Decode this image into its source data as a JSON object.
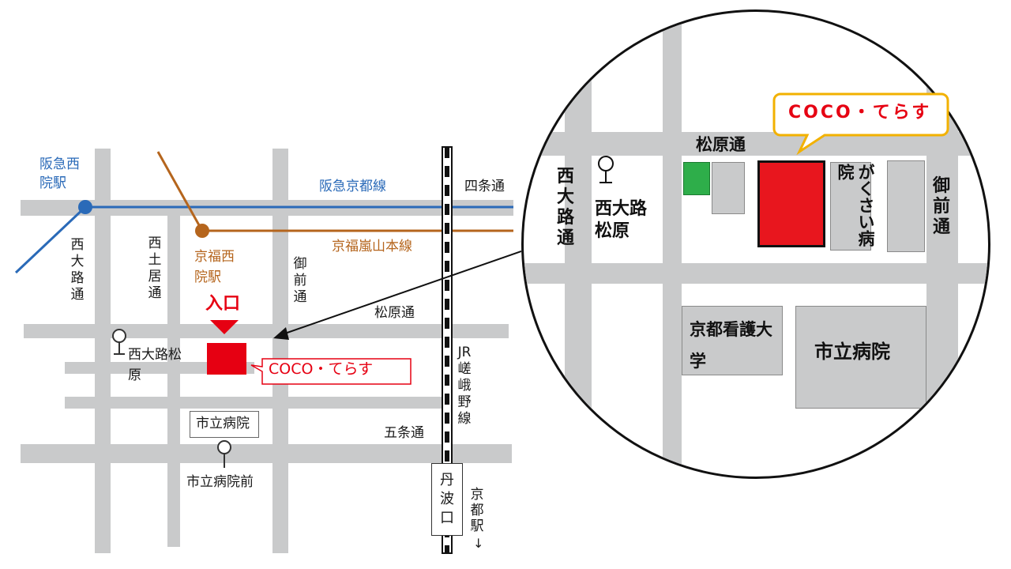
{
  "overview_map": {
    "hankyu_station": "阪急西院駅",
    "hankyu_line": "阪急京都線",
    "shijo_dori": "四条通",
    "keifuku_station": "京福西院駅",
    "keifuku_line": "京福嵐山本線",
    "nishioji_dori": "西大路通",
    "nishitsuchiido_dori": "西土居通",
    "onmae_dori": "御前通",
    "matsubara_dori": "松原通",
    "gojo_dori": "五条通",
    "jr_line": "JR嵯峨野線",
    "entrance": "入口",
    "facility": "COCO・てらす",
    "bus_stop_nishioji_matsubara": "西大路松原",
    "city_hospital": "市立病院",
    "bus_stop_city_hospital": "市立病院前",
    "tambaguchi_station": "丹波口",
    "to_kyoto_station": "京都駅",
    "to_kyoto_arrow": "↓"
  },
  "zoom_map": {
    "facility": "COCO・てらす",
    "matsubara_dori": "松原通",
    "nishioji_dori": "西大路通",
    "bus_stop": "西大路松原",
    "gakusai_hospital": "がくさい病院",
    "onmae_dori": "御前通",
    "nursing_university": "京都看護大学",
    "city_hospital": "市立病院"
  },
  "colors": {
    "road": "#c9cacb",
    "hankyu": "#2a6ab8",
    "keifuku": "#b5651d",
    "facility_red": "#e60012",
    "parking_green": "#2eae4a",
    "callout_border": "#f2b100"
  }
}
